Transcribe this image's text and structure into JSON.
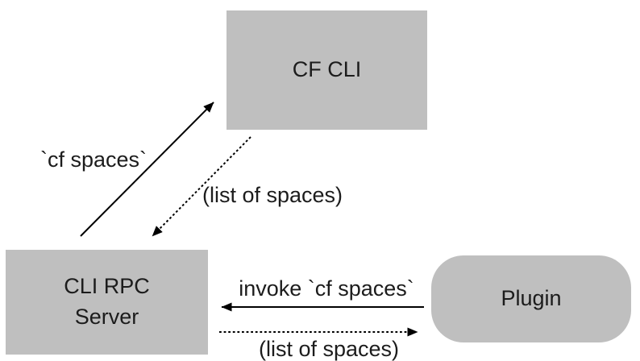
{
  "colors": {
    "background": "#ffffff",
    "node_fill": "#bfbfbf",
    "text": "#1c1c1c",
    "arrow": "#000000"
  },
  "nodes": {
    "cf_cli": {
      "label": "CF CLI"
    },
    "cli_rpc_server": {
      "label": "CLI RPC\nServer"
    },
    "plugin": {
      "label": "Plugin"
    }
  },
  "edges": {
    "cf_spaces": {
      "label": "`cf spaces`",
      "style": "solid",
      "from": "cli_rpc_server",
      "to": "cf_cli"
    },
    "list_of_spaces_to_server": {
      "label": "(list of spaces)",
      "style": "dotted",
      "from": "cf_cli",
      "to": "cli_rpc_server"
    },
    "invoke_cf_spaces": {
      "label": "invoke `cf spaces`",
      "style": "solid",
      "from": "plugin",
      "to": "cli_rpc_server"
    },
    "list_of_spaces_to_plugin": {
      "label": "(list of spaces)",
      "style": "dotted",
      "from": "cli_rpc_server",
      "to": "plugin"
    }
  }
}
